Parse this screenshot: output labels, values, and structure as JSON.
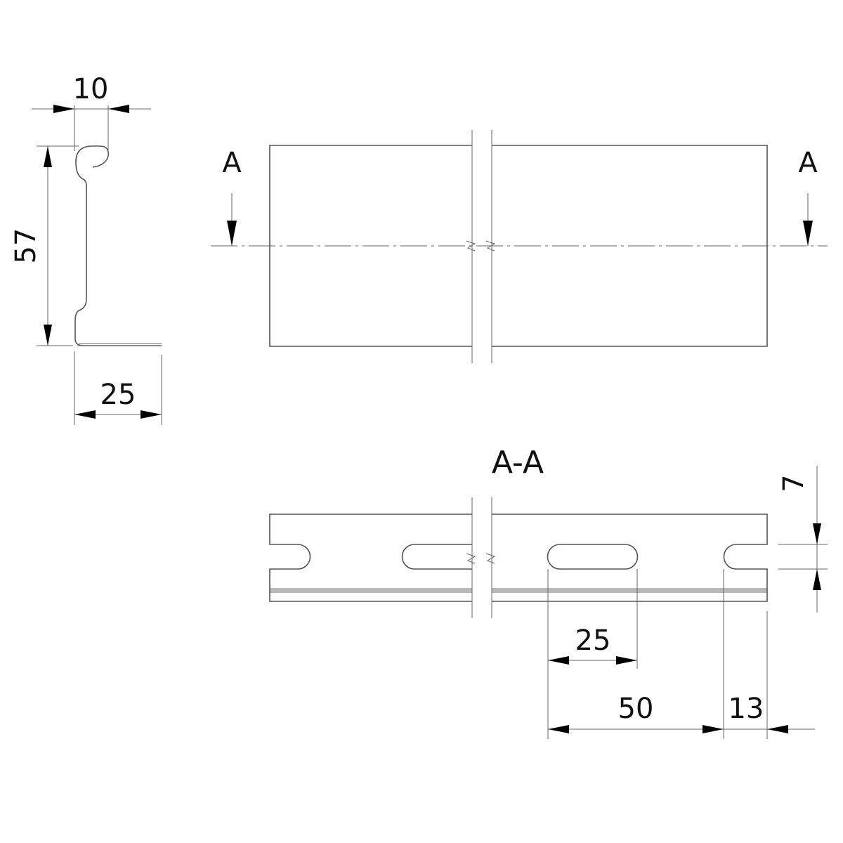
{
  "profile_view": {
    "dim_top": "10",
    "dim_height": "57",
    "dim_bottom": "25"
  },
  "top_view": {
    "section_label_left": "A",
    "section_label_right": "A"
  },
  "section_view": {
    "title": "A-A",
    "dim_slot_height": "7",
    "dim_slot_length": "25",
    "dim_pitch": "50",
    "dim_end": "13"
  },
  "colors": {
    "line": "#555555",
    "band": "#b8b8b8"
  }
}
